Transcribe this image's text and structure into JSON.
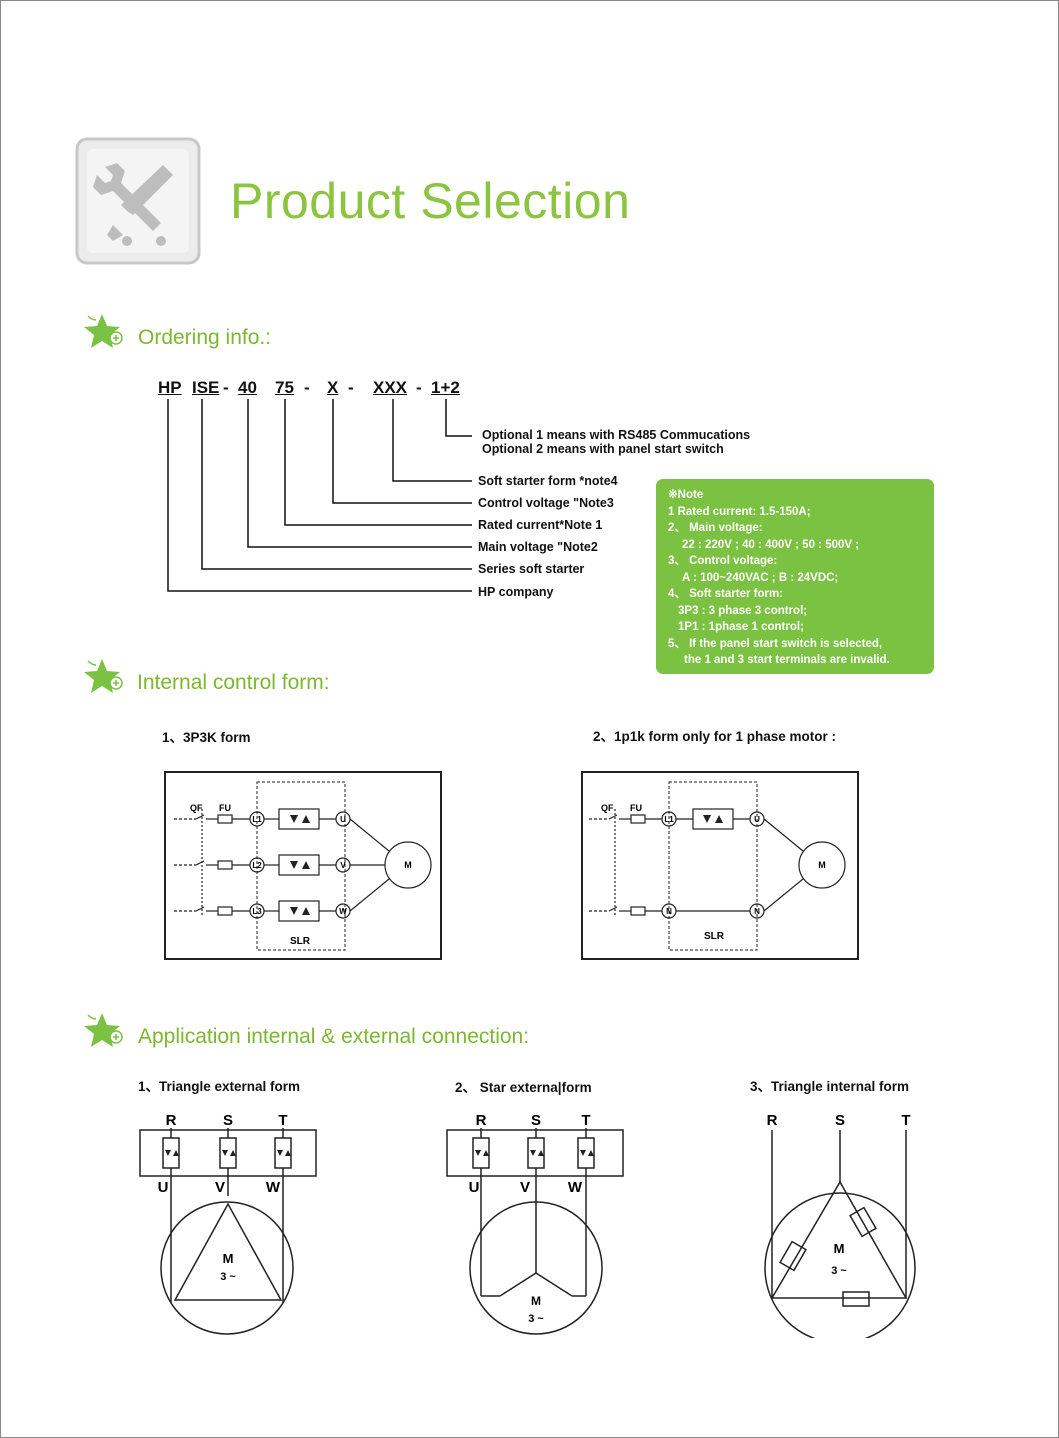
{
  "title": "Product Selection",
  "icons": {
    "header": "tools-icon",
    "section": "star-plus-icon"
  },
  "colors": {
    "accent": "#8bc53f",
    "note_bg": "#7cc242"
  },
  "sections": {
    "ordering": "Ordering info.:",
    "internal": "Internal control form:",
    "application": "Application internal & external connection:"
  },
  "order_code": {
    "parts": [
      "HP",
      "ISE",
      "40",
      "75",
      "X",
      "XXX",
      "1+2"
    ],
    "dash": "-",
    "labels": {
      "optional1": "Optional 1 means with RS485 Commucations",
      "optional2": "Optional 2 means with panel start switch",
      "form": "Soft starter form *note4",
      "control": "Control voltage \"Note3",
      "current": "Rated current*Note 1",
      "voltage": "Main voltage \"Note2",
      "series": "Series soft starter",
      "company": "HP company"
    }
  },
  "note": {
    "header": "※Note",
    "lines": [
      "1 Rated current: 1.5-150A;",
      "2、 Main voltage:",
      "22 : 220V ; 40 : 400V ; 50 : 500V ;",
      "3、 Control voltage:",
      "A : 100~240VAC ; B : 24VDC;",
      "4、 Soft starter form:",
      "3P3 : 3 phase 3 control;",
      "1P1 : 1phase 1 control;",
      "5、 If the panel start switch is selected,",
      "the 1 and 3 start terminals are invalid."
    ]
  },
  "internal_forms": {
    "form1_caption": "1、3P3K form",
    "form2_caption": "2、1p1k form only for 1 phase motor :",
    "labels": {
      "qf": "QF",
      "fu": "FU",
      "slr": "SLR",
      "motor": "M",
      "l1": "L1",
      "l2": "L2",
      "l3": "L3",
      "n": "N",
      "u": "U",
      "v": "V",
      "w": "W"
    }
  },
  "application": {
    "captions": [
      "1、Triangle external form",
      "2、 Star externa|form",
      "3、Triangle internal form"
    ],
    "terminals_top": [
      "R",
      "S",
      "T"
    ],
    "terminals_bottom": [
      "U",
      "V",
      "W"
    ],
    "motor": "M",
    "motor_phase": "3 ~"
  }
}
